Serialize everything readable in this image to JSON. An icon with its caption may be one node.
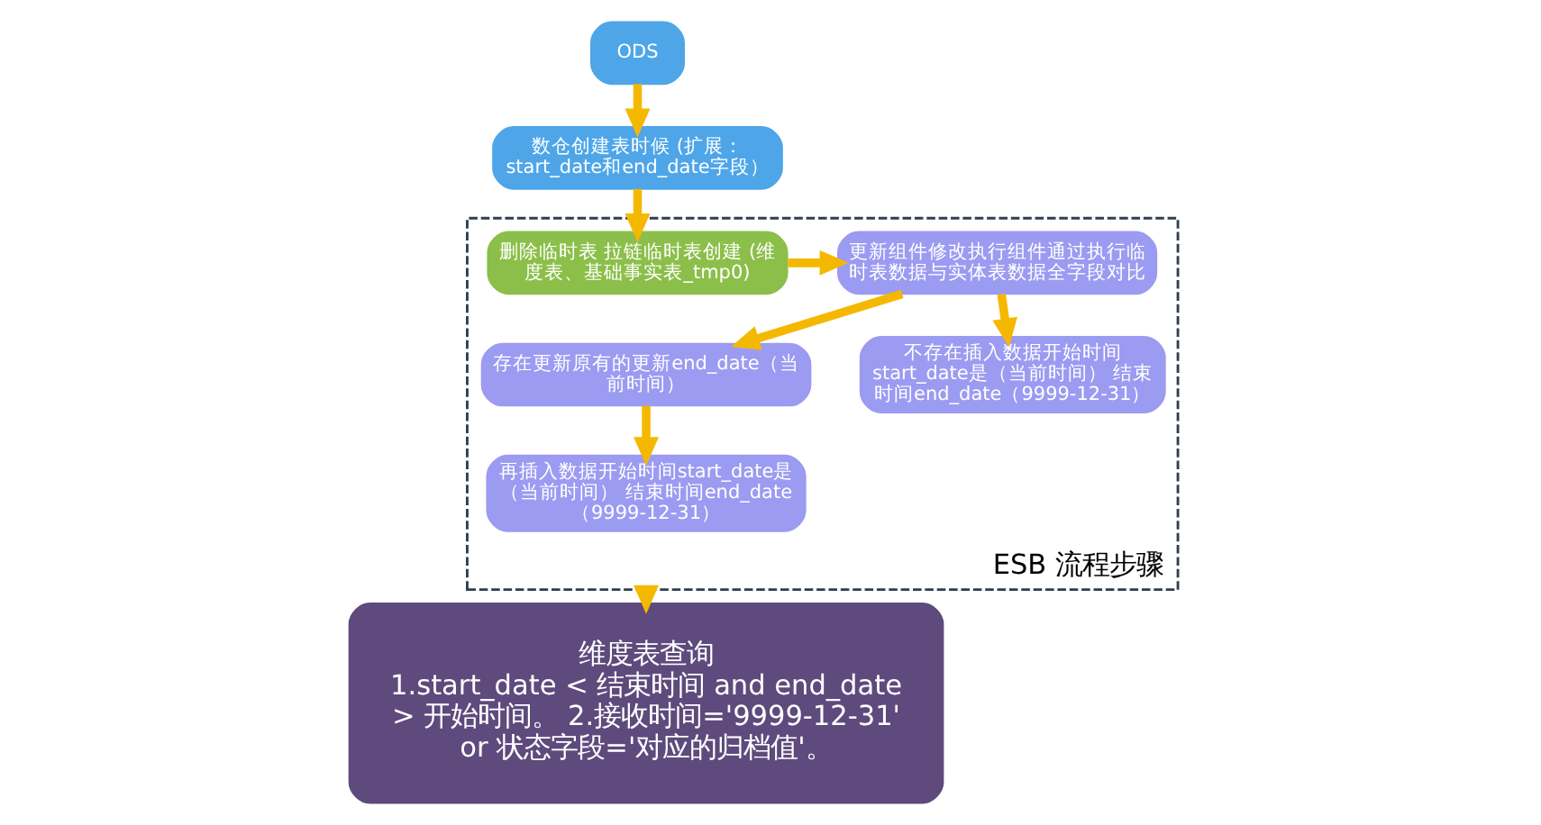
{
  "diagram": {
    "nodes": [
      {
        "text": [
          "ODS"
        ]
      },
      {
        "text": [
          "数仓创建表时候 (扩展：start_date和end_date字段）"
        ]
      },
      {
        "text": [
          "ESB 流程步骤"
        ]
      },
      {
        "text": [
          "删除临时表 拉链临时表创建 (维度表、基础事实表_tmp0)"
        ],
        "in": 2
      },
      {
        "text": [
          "更新组件修改执行组件通过执行临时表数据与实体表数据全字段对比"
        ],
        "in": 2
      },
      {
        "text": [
          "存在更新原有的更新end_date（当前时间）"
        ],
        "in": 2
      },
      {
        "text": [
          "不存在插入数据开始时间start_date是（当前时间） 结束时间end_date（9999-12-31）"
        ],
        "in": 2
      },
      {
        "text": [
          "再插入数据开始时间start_date是（当前时间） 结束时间end_date（9999-12-31）"
        ],
        "in": 2
      },
      {
        "text": [
          "维度表查询",
          "1.start_date < 结束时间 and end_date > 开始时间。 2.接收时间='9999-12-31' or 状态字段='对应的归档值'。"
        ]
      }
    ],
    "edges": [
      {
        "from": 0,
        "to": 1,
        "arrow": "to"
      },
      {
        "from": 1,
        "to": 3,
        "arrow": "to"
      },
      {
        "from": 3,
        "to": 4,
        "arrow": "to"
      },
      {
        "from": 4,
        "to": 5,
        "arrow": "to"
      },
      {
        "from": 4,
        "to": 6,
        "arrow": "to"
      },
      {
        "from": 5,
        "to": 7,
        "arrow": "to"
      },
      {
        "from": 2,
        "to": 8,
        "arrow": "to"
      }
    ]
  }
}
